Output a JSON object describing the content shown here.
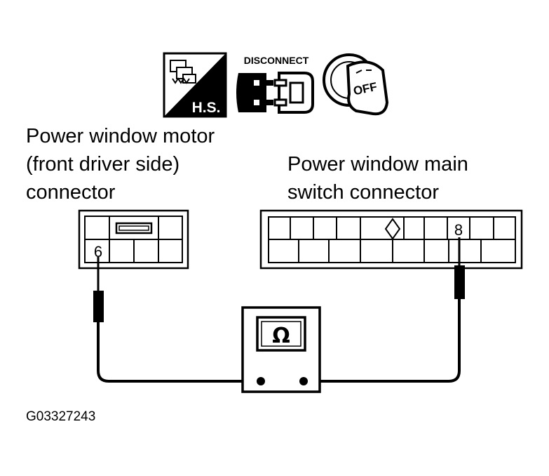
{
  "icons": {
    "harness_label": "H.S.",
    "disconnect_label": "DISCONNECT",
    "ignition_label": "OFF"
  },
  "motor_connector": {
    "label_line1": "Power window motor",
    "label_line2": "(front driver side)",
    "label_line3": "connector",
    "terminal": "6"
  },
  "switch_connector": {
    "label_line1": "Power window main",
    "label_line2": "switch connector",
    "terminal": "8"
  },
  "meter": {
    "symbol": "Ω"
  },
  "figure_code": "G03327243"
}
